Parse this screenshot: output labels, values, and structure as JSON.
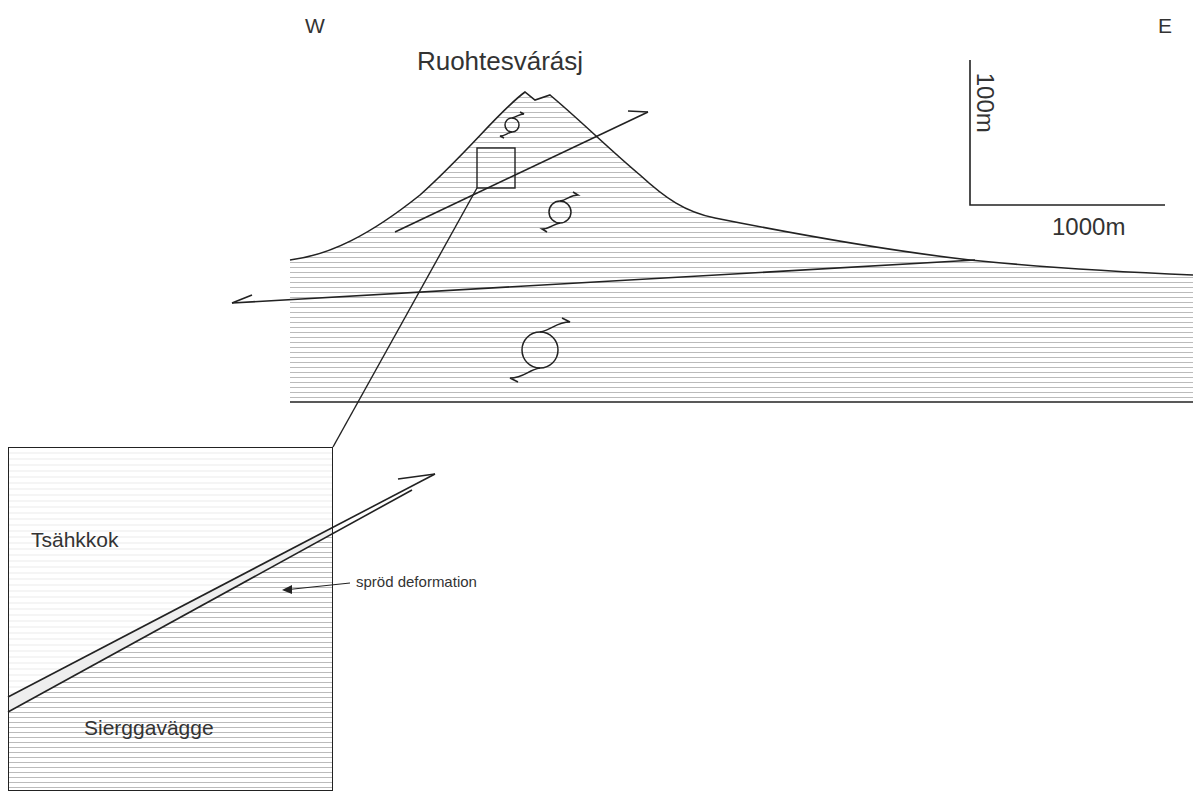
{
  "diagram": {
    "nodes": [
      {
        "text": [
          "Tsähkkok",
          "Sierggavägge"
        ]
      }
    ],
    "labels": [
      "W",
      "E",
      "Ruohtesvárásj",
      "100m",
      "1000m",
      "spröd deformation"
    ]
  }
}
